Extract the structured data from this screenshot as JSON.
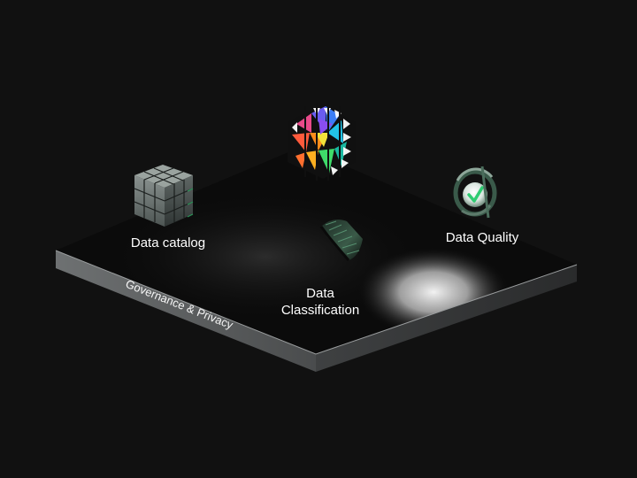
{
  "platform": {
    "edge_label": "Governance & Privacy"
  },
  "nodes": {
    "catalog": {
      "label": "Data catalog",
      "icon": "cube-grid-icon"
    },
    "lineage": {
      "icon": "hexagon-mosaic-icon"
    },
    "classification": {
      "line1": "Data",
      "line2": "Classification",
      "icon": "staircase-icon"
    },
    "quality": {
      "label": "Data Quality",
      "icon": "checkmark-orb-icon"
    }
  },
  "colors": {
    "background": "#111111",
    "platform_top": "#0b0b0b",
    "platform_edge": "#5f6263",
    "accent_green": "#2ecc71",
    "text": "#ffffff"
  }
}
